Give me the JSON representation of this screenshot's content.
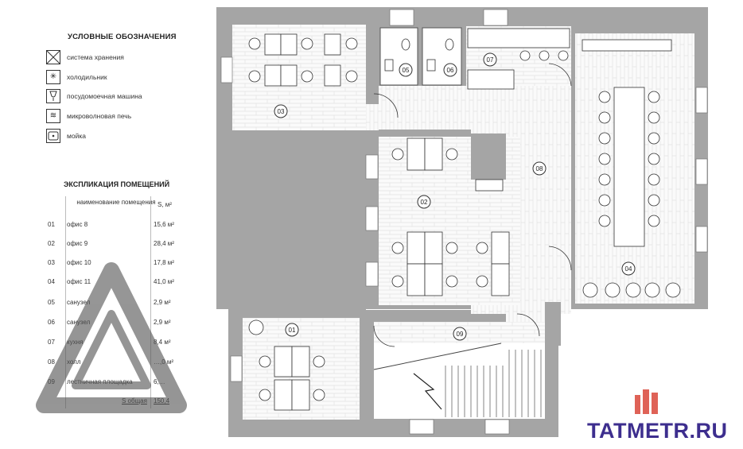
{
  "legend": {
    "title": "УСЛОВНЫЕ ОБОЗНАЧЕНИЯ",
    "items": [
      {
        "icon": "storage-icon",
        "symbol": "⊠",
        "label": "система хранения"
      },
      {
        "icon": "fridge-icon",
        "symbol": "✳",
        "label": "холодильник"
      },
      {
        "icon": "dishwasher-icon",
        "symbol": "♁",
        "label": "посудомоечная машина"
      },
      {
        "icon": "microwave-icon",
        "symbol": "≋",
        "label": "микроволновая печь"
      },
      {
        "icon": "sink-icon",
        "symbol": "⊡",
        "label": "мойка"
      }
    ]
  },
  "explication": {
    "title": "ЭКСПЛИКАЦИЯ ПОМЕЩЕНИЙ",
    "header_name": "наименование помещения",
    "header_area": "S, м²",
    "rows": [
      {
        "num": "01",
        "name": "офис 8",
        "area": "15,6 м²"
      },
      {
        "num": "02",
        "name": "офис 9",
        "area": "28,4 м²"
      },
      {
        "num": "03",
        "name": "офис 10",
        "area": "17,8 м²"
      },
      {
        "num": "04",
        "name": "офис 11",
        "area": "41,0 м²"
      },
      {
        "num": "05",
        "name": "санузел",
        "area": "2,9 м²"
      },
      {
        "num": "06",
        "name": "санузел",
        "area": "2,9 м²"
      },
      {
        "num": "07",
        "name": "кухня",
        "area": "8,4 м²"
      },
      {
        "num": "08",
        "name": "холл",
        "area": "…,0 м²"
      },
      {
        "num": "09",
        "name": "лестничная площадка",
        "area": "6,…"
      }
    ],
    "total_label": "S общая",
    "total_value": "150,4"
  },
  "rooms": [
    "01",
    "02",
    "03",
    "04",
    "05",
    "06",
    "07",
    "08",
    "09"
  ],
  "watermark": {
    "text": "TATMETR.RU",
    "color": "#3d2e8e",
    "accent": "#d9473a"
  }
}
